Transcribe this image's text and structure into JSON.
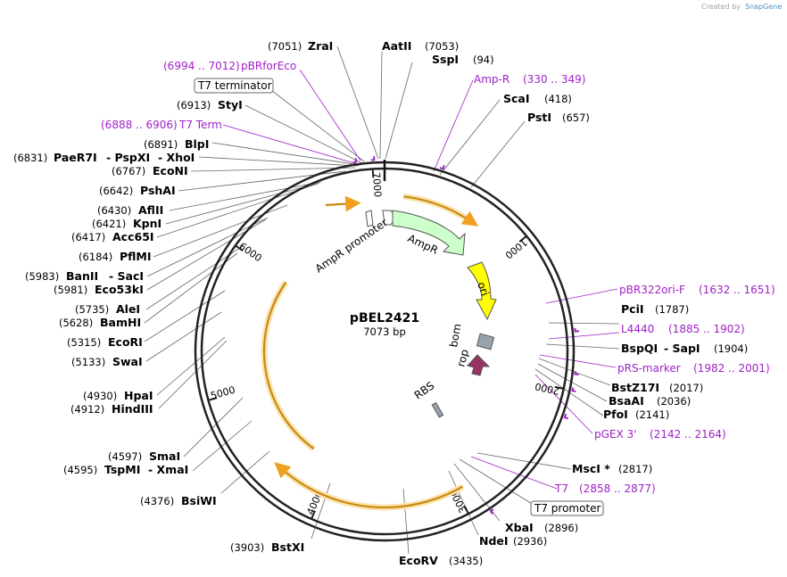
{
  "header": {
    "created_by": "Created by",
    "brand": "SnapGene"
  },
  "plasmid": {
    "name": "pBEL2421",
    "length": "7073 bp",
    "total_bp": 7073
  },
  "colors": {
    "ring": "#222222",
    "primer": "#a020c8",
    "ampr": "#ccffcc",
    "ori": "#ffff00",
    "rop": "#993366",
    "bom": "#99a3ad",
    "orf_ring": "#f0a020",
    "leader": "#555555"
  },
  "ticks": [
    "1000",
    "2000",
    "3000",
    "4000",
    "5000",
    "6000",
    "7000"
  ],
  "features": {
    "ampr_promoter": "AmpR promoter",
    "ampr": "AmpR",
    "ori": "ori",
    "bom": "bom",
    "rop": "rop",
    "rbs": "RBS"
  },
  "boxed_labels": {
    "t7_terminator": "T7 terminator",
    "t7_promoter": "T7 promoter"
  },
  "sites": {
    "zrai": {
      "name": "ZraI",
      "pos": "(7051)"
    },
    "aatii": {
      "name": "AatII",
      "pos": "(7053)"
    },
    "sspi": {
      "name": "SspI",
      "pos": "(94)"
    },
    "scai": {
      "name": "ScaI",
      "pos": "(418)"
    },
    "psti": {
      "name": "PstI",
      "pos": "(657)"
    },
    "styi": {
      "name": "StyI",
      "pos": "(6913)"
    },
    "blpi": {
      "name": "BlpI",
      "pos": "(6891)"
    },
    "paer7i": {
      "name": "PaeR7I",
      "mid": "- PspXI",
      "end": "- XhoI",
      "pos": "(6831)"
    },
    "econi": {
      "name": "EcoNI",
      "pos": "(6767)"
    },
    "pshai": {
      "name": "PshAI",
      "pos": "(6642)"
    },
    "aflii": {
      "name": "AflII",
      "pos": "(6430)"
    },
    "kpni": {
      "name": "KpnI",
      "pos": "(6421)"
    },
    "acc65i": {
      "name": "Acc65I",
      "pos": "(6417)"
    },
    "pflmi": {
      "name": "PflMI",
      "pos": "(6184)"
    },
    "banii": {
      "name": "BanII",
      "extra": "- SacI",
      "pos": "(5983)"
    },
    "eco53ki": {
      "name": "Eco53kI",
      "pos": "(5981)"
    },
    "alei": {
      "name": "AleI",
      "pos": "(5735)"
    },
    "bamhi": {
      "name": "BamHI",
      "pos": "(5628)"
    },
    "ecori": {
      "name": "EcoRI",
      "pos": "(5315)"
    },
    "swai": {
      "name": "SwaI",
      "pos": "(5133)"
    },
    "hpai": {
      "name": "HpaI",
      "pos": "(4930)"
    },
    "hindiii": {
      "name": "HindIII",
      "pos": "(4912)"
    },
    "smai": {
      "name": "SmaI",
      "pos": "(4597)"
    },
    "tspmi": {
      "name": "TspMI",
      "extra": "- XmaI",
      "pos": "(4595)"
    },
    "bsiwi": {
      "name": "BsiWI",
      "pos": "(4376)"
    },
    "bstxi": {
      "name": "BstXI",
      "pos": "(3903)"
    },
    "ecorv": {
      "name": "EcoRV",
      "pos": "(3435)"
    },
    "ndei": {
      "name": "NdeI",
      "pos": "(2936)"
    },
    "xbai": {
      "name": "XbaI",
      "pos": "(2896)"
    },
    "msci": {
      "name": "MscI *",
      "pos": "(2817)"
    },
    "pfoi": {
      "name": "PfoI",
      "pos": "(2141)"
    },
    "bsaai": {
      "name": "BsaAI",
      "pos": "(2036)"
    },
    "bstz17i": {
      "name": "BstZ17I",
      "pos": "(2017)"
    },
    "bspqi": {
      "name": "BspQI",
      "extra": "- SapI",
      "pos": "(1904)"
    },
    "pcii": {
      "name": "PciI",
      "pos": "(1787)"
    }
  },
  "primers": {
    "pbrforeco": {
      "name": "pBRforEco",
      "range": "(6994 .. 7012)"
    },
    "t7term": {
      "name": "T7 Term",
      "range": "(6888 .. 6906)"
    },
    "ampr": {
      "name": "Amp-R",
      "range": "(330 .. 349)"
    },
    "pbr322ori": {
      "name": "pBR322ori-F",
      "range": "(1632 .. 1651)"
    },
    "l4440": {
      "name": "L4440",
      "range": "(1885 .. 1902)"
    },
    "prsmarker": {
      "name": "pRS-marker",
      "range": "(1982 .. 2001)"
    },
    "pgex3": {
      "name": "pGEX 3'",
      "range": "(2142 .. 2164)"
    },
    "t7": {
      "name": "T7",
      "range": "(2858 .. 2877)"
    }
  }
}
